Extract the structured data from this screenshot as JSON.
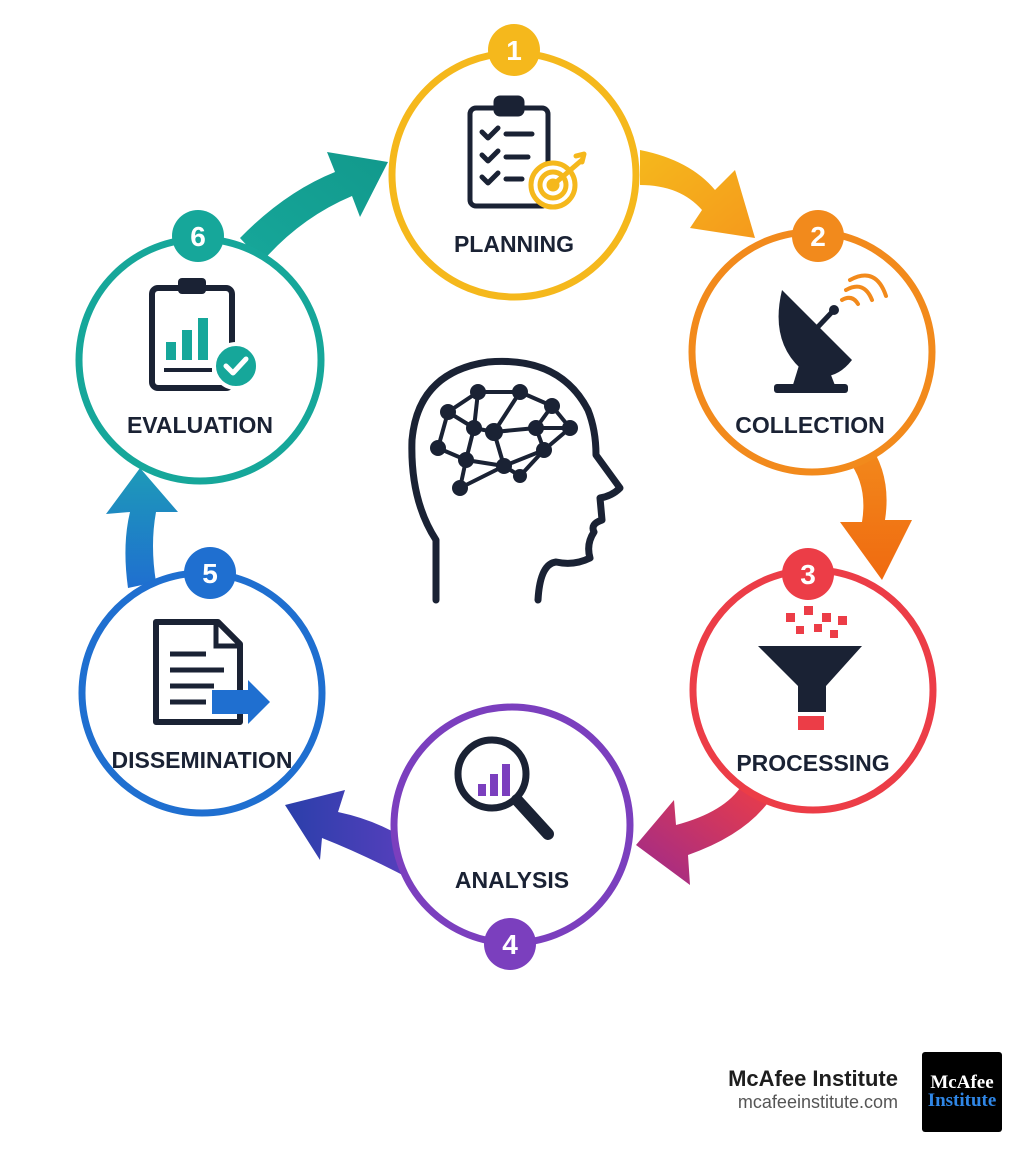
{
  "stages": [
    {
      "number": "1",
      "label": "PLANNING",
      "color": "#f5b81c",
      "icon": "clipboard-target-icon"
    },
    {
      "number": "2",
      "label": "COLLECTION",
      "color": "#f28a1c",
      "icon": "satellite-dish-icon"
    },
    {
      "number": "3",
      "label": "PROCESSING",
      "color": "#ec3d47",
      "icon": "funnel-icon"
    },
    {
      "number": "4",
      "label": "ANALYSIS",
      "color": "#7b3fbe",
      "icon": "magnifier-chart-icon"
    },
    {
      "number": "5",
      "label": "DISSEMINATION",
      "color": "#1f6fd0",
      "icon": "document-arrow-icon"
    },
    {
      "number": "6",
      "label": "EVALUATION",
      "color": "#16a79a",
      "icon": "clipboard-chart-check-icon"
    }
  ],
  "center_icon": "brain-network-head-icon",
  "colors": {
    "ink": "#1a2234",
    "arrow_1_2": [
      "#f5b81c",
      "#f59a1c"
    ],
    "arrow_2_3": [
      "#f28a1c",
      "#f06a10"
    ],
    "arrow_3_4": [
      "#ec3d47",
      "#9c2a8c"
    ],
    "arrow_4_5": [
      "#7b3fbe",
      "#2a3faa"
    ],
    "arrow_5_6": [
      "#1f6fd0",
      "#1e9ab8"
    ],
    "arrow_6_1": [
      "#16a79a",
      "#1a9a8e"
    ]
  },
  "brand": {
    "name": "McAfee Institute",
    "url": "mcafeeinstitute.com",
    "logo_line1": "McAfee",
    "logo_line2": "Institute"
  }
}
